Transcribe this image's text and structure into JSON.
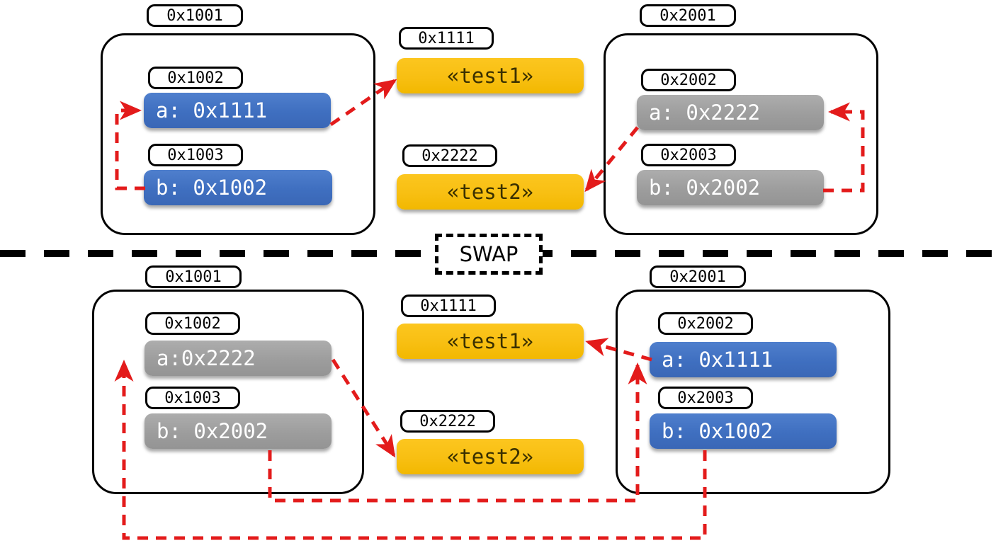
{
  "title": "Pointer swap memory diagram",
  "divider": {
    "label": "SWAP"
  },
  "colors": {
    "blue": "#3f6fc0",
    "gray": "#9d9d9d",
    "yellow": "#f8bf12",
    "arrow": "#e31b1b",
    "outline": "#000000"
  },
  "rows": [
    {
      "name": "before",
      "panels": [
        {
          "name": "left-memory-block",
          "address": "0x1001",
          "style": "blue",
          "cells": [
            {
              "address": "0x1002",
              "value": "a: 0x1111"
            },
            {
              "address": "0x1003",
              "value": "b: 0x1002"
            }
          ]
        },
        {
          "name": "right-memory-block",
          "address": "0x2001",
          "style": "gray",
          "cells": [
            {
              "address": "0x2002",
              "value": "a: 0x2222"
            },
            {
              "address": "0x2003",
              "value": "b: 0x2002"
            }
          ]
        }
      ],
      "strings": [
        {
          "address": "0x1111",
          "value": "«test1»"
        },
        {
          "address": "0x2222",
          "value": "«test2»"
        }
      ]
    },
    {
      "name": "after",
      "panels": [
        {
          "name": "left-memory-block",
          "address": "0x1001",
          "style": "gray",
          "cells": [
            {
              "address": "0x1002",
              "value": "a:0x2222"
            },
            {
              "address": "0x1003",
              "value": "b: 0x2002"
            }
          ]
        },
        {
          "name": "right-memory-block",
          "address": "0x2001",
          "style": "blue",
          "cells": [
            {
              "address": "0x2002",
              "value": "a: 0x1111"
            },
            {
              "address": "0x2003",
              "value": "b: 0x1002"
            }
          ]
        }
      ],
      "strings": [
        {
          "address": "0x1111",
          "value": "«test1»"
        },
        {
          "address": "0x2222",
          "value": "«test2»"
        }
      ]
    }
  ]
}
